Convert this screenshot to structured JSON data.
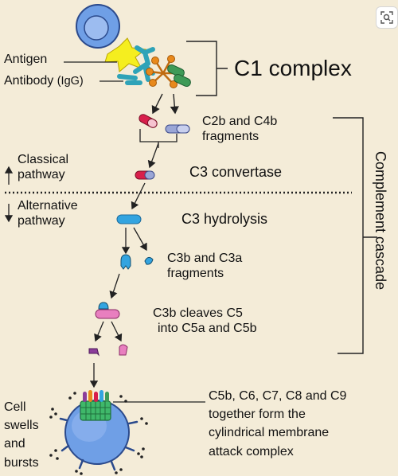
{
  "labels": {
    "antigen": "Antigen",
    "antibody_main": "Antibody",
    "antibody_sub": "(IgG)",
    "c1_complex": "C1 complex",
    "c2b_c4b": [
      "C2b and C4b",
      "fragments"
    ],
    "classical": [
      "Classical",
      "pathway"
    ],
    "c3_convertase": "C3 convertase",
    "alternative": [
      "Alternative",
      "pathway"
    ],
    "c3_hydrolysis": "C3 hydrolysis",
    "c3b_c3a": [
      "C3b and C3a",
      "fragments"
    ],
    "c3b_cleaves": [
      "C3b cleaves C5",
      "into C5a and C5b"
    ],
    "cell": [
      "Cell",
      "swells",
      "and",
      "bursts"
    ],
    "mac": [
      "C5b, C6, C7, C8 and C9",
      "together form the",
      "cylindrical membrane",
      "attack complex"
    ],
    "complement_cascade": "Complement cascade"
  },
  "colors": {
    "background": "#f4ecd8",
    "cell_body": "#6f9fe6",
    "antigen": "#f5ee1f",
    "antibody": "#2fa3b8",
    "c1_orange": "#e8891c",
    "c1_green": "#3e9a57",
    "red_fragment": "#d81f4b",
    "blue_fragment": "#9aa6d6",
    "c3": "#33a4e0",
    "c5_pink": "#e87fbf",
    "c5_purple": "#8b3d9a"
  },
  "icons": {
    "lens": "visual-search-icon"
  }
}
